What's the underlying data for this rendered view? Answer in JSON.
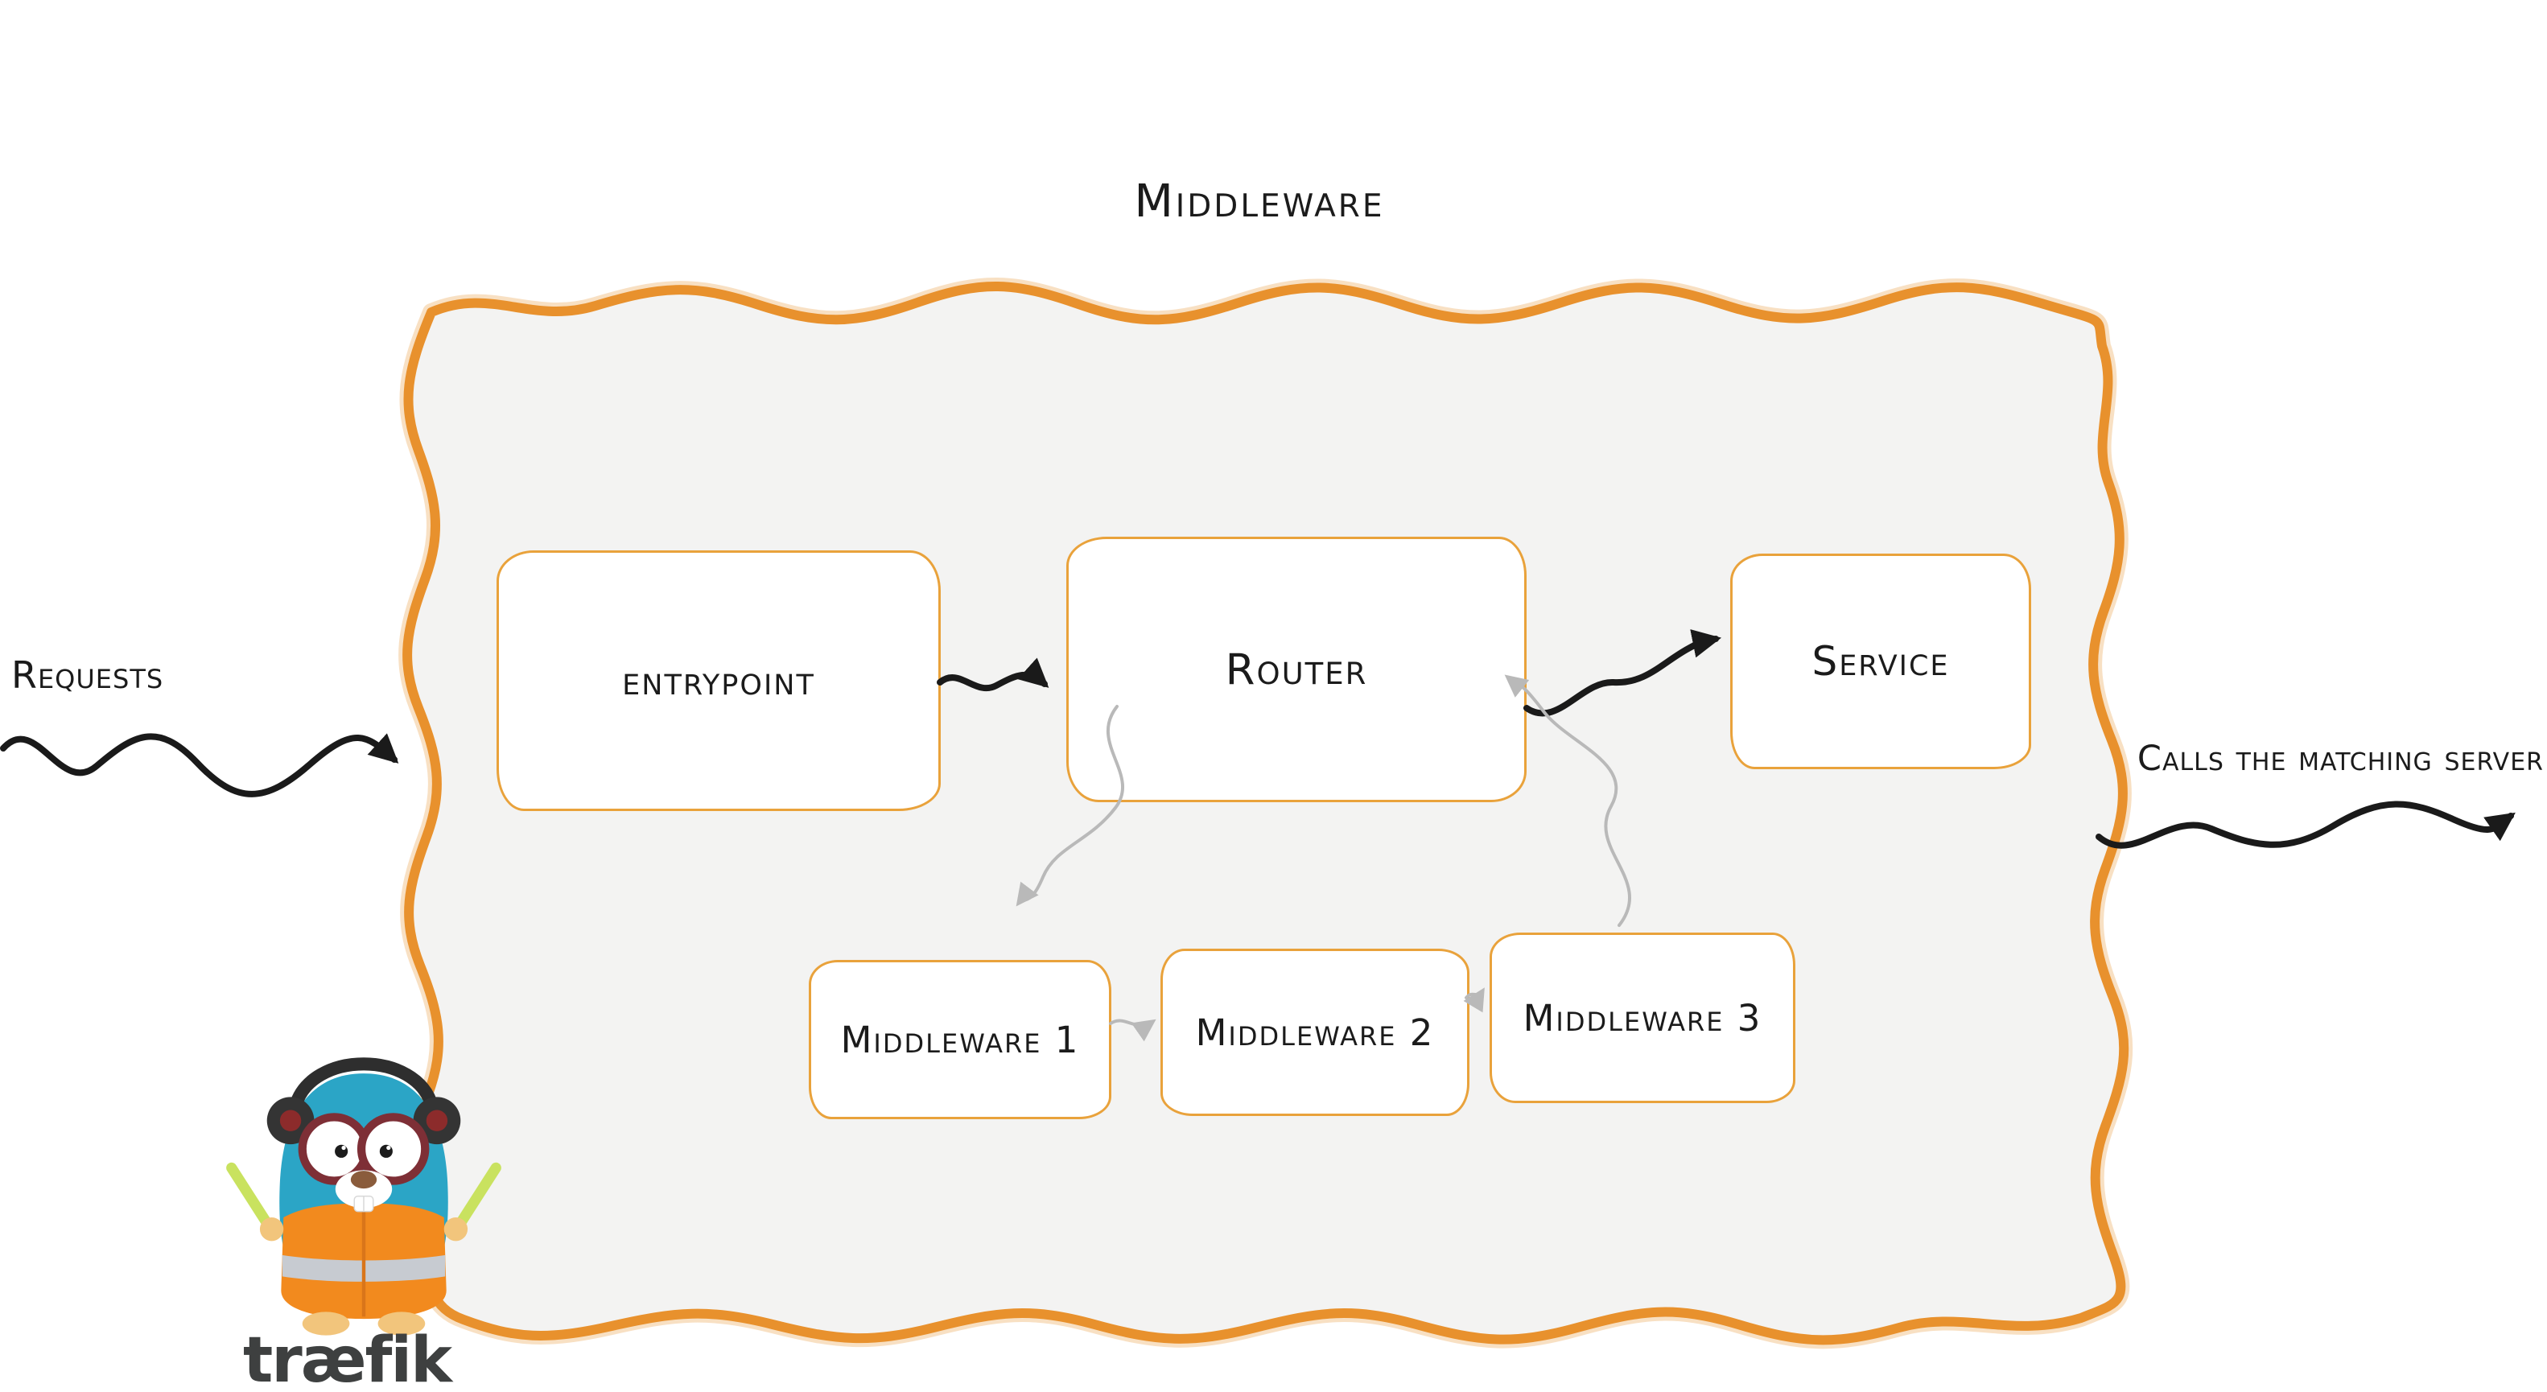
{
  "diagram": {
    "title": "Middleware",
    "annotations": {
      "requests": "Requests",
      "calls_matching_server": "Calls the matching server"
    },
    "nodes": {
      "entrypoint": {
        "label": "entrypoint"
      },
      "router": {
        "label": "Router"
      },
      "service": {
        "label": "Service"
      },
      "middleware1": {
        "label": "Middleware 1"
      },
      "middleware2": {
        "label": "Middleware 2"
      },
      "middleware3": {
        "label": "Middleware 3"
      }
    },
    "edges": [
      {
        "from": "requests",
        "to": "entrypoint",
        "style": "black-squiggle"
      },
      {
        "from": "entrypoint",
        "to": "router",
        "style": "black-squiggle"
      },
      {
        "from": "router",
        "to": "service",
        "style": "black-squiggle"
      },
      {
        "from": "router",
        "to": "middleware1",
        "style": "gray-squiggle"
      },
      {
        "from": "middleware1",
        "to": "middleware2",
        "style": "gray-squiggle"
      },
      {
        "from": "middleware2",
        "to": "middleware3",
        "style": "gray-squiggle"
      },
      {
        "from": "middleware3",
        "to": "router",
        "style": "gray-squiggle"
      },
      {
        "from": "service",
        "to": "calls_matching_server",
        "style": "black-squiggle"
      }
    ]
  },
  "logo": {
    "wordmark": "træfik"
  },
  "colors": {
    "panel_border": "#E8912D",
    "panel_fill": "#F3F3F2",
    "node_border": "#E9A23B",
    "arrow_dark": "#1A1A1A",
    "arrow_gray": "#B9B9B9",
    "text": "#1B1B1B",
    "gopher_blue": "#2BA5C6",
    "vest_orange": "#F28A1E",
    "wordmark_gray": "#3E4040"
  }
}
